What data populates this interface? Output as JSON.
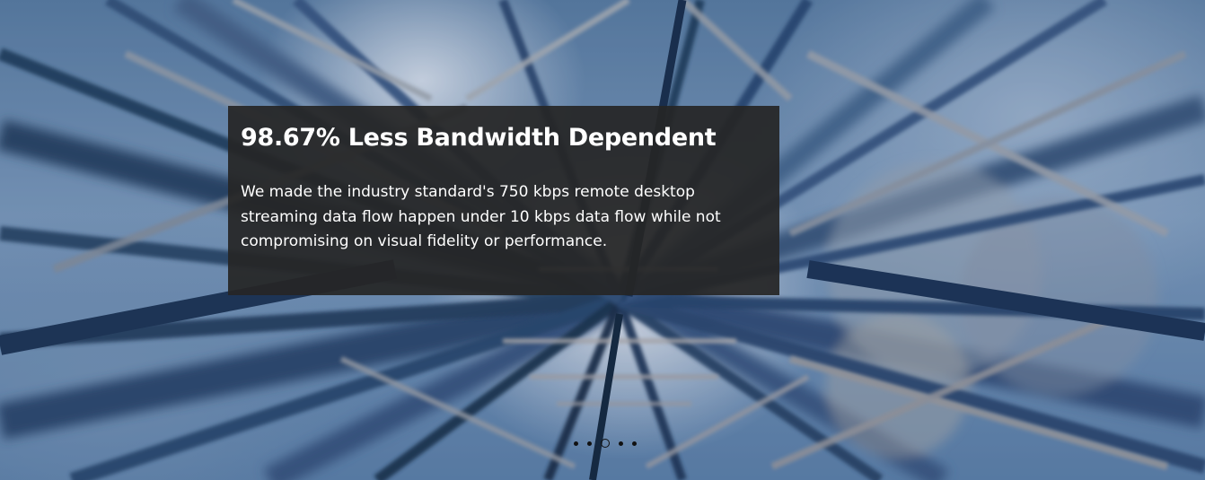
{
  "slide": {
    "headline": "98.67% Less Bandwidth Dependent",
    "body": "We made the industry standard's 750 kbps remote desktop streaming data flow happen under 10 kbps data flow while not compromising on visual fidelity or performance."
  },
  "pagination": {
    "count": 5,
    "active_index": 2
  },
  "colors": {
    "panel_background": "#262626",
    "text": "#ffffff",
    "sky_blue": "#7f9dc0",
    "steel_dark": "#1f3550",
    "dot": "#111111"
  }
}
